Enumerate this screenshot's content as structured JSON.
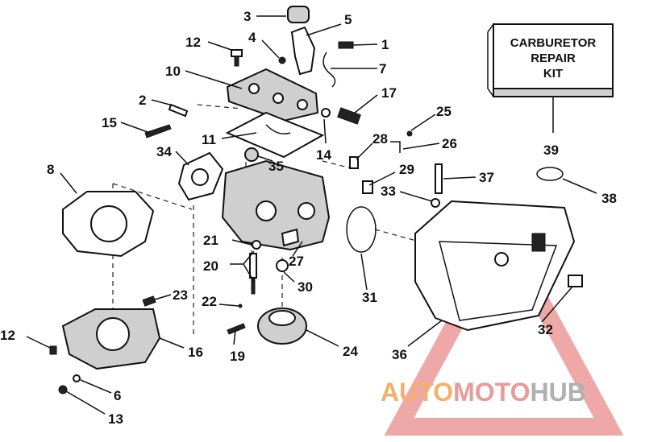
{
  "kit_box": {
    "line1": "CARBURETOR",
    "line2": "REPAIR",
    "line3": "KIT"
  },
  "callouts": {
    "n1": "1",
    "n2": "2",
    "n3": "3",
    "n4": "4",
    "n5": "5",
    "n6": "6",
    "n7": "7",
    "n8": "8",
    "n10": "10",
    "n11": "11",
    "n12a": "12",
    "n12b": "12",
    "n13": "13",
    "n14": "14",
    "n15": "15",
    "n16": "16",
    "n17": "17",
    "n19": "19",
    "n20": "20",
    "n21": "21",
    "n22": "22",
    "n23": "23",
    "n24": "24",
    "n25": "25",
    "n26": "26",
    "n27": "27",
    "n28": "28",
    "n29": "29",
    "n30": "30",
    "n31": "31",
    "n32": "32",
    "n33": "33",
    "n34": "34",
    "n35": "35",
    "n36": "36",
    "n37": "37",
    "n38": "38",
    "n39": "39"
  },
  "watermark": {
    "part1": "AUTO",
    "part2": "MOTO",
    "part3": "HUB",
    "color_auto": "#f2b06b",
    "color_moto": "#e89b9b",
    "color_hub": "#b0b0b0",
    "triangle_color": "#e06060"
  }
}
